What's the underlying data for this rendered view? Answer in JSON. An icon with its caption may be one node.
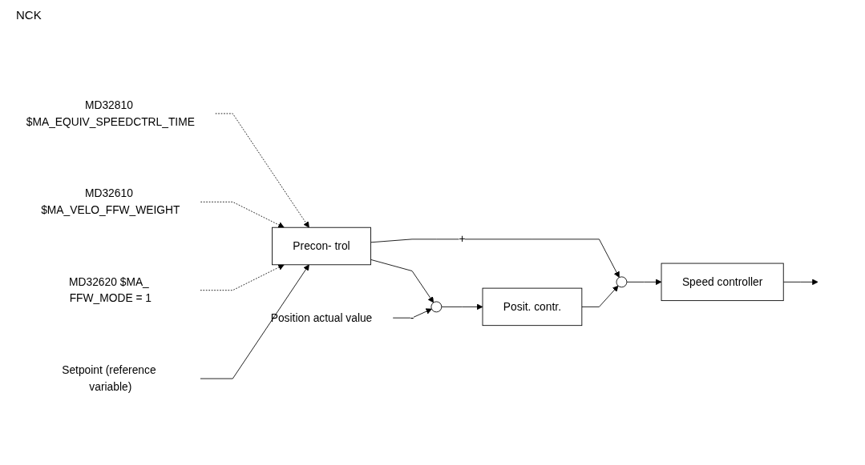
{
  "diagram": {
    "nodes": [
      {
        "text": [
          "Setpoint (reference variable)"
        ]
      },
      {
        "text": [
          "Precon- trol"
        ]
      },
      {
        "text": [],
        "shape": "circle"
      },
      {
        "text": [
          "Posit. contr."
        ]
      },
      {
        "text": [],
        "shape": "circle"
      },
      {
        "text": [
          "Speed controller"
        ]
      },
      {
        "text": [
          "Position actual value"
        ]
      },
      {
        "text": [
          "MD32620 $MA_ FFW_MODE = 1"
        ]
      },
      {
        "text": [
          "MD32610 $MA_VELO_FFW_WEIGHT"
        ]
      },
      {
        "text": [
          "MD32810 $MA_EQUIV_SPEEDCTRL_TIME"
        ]
      }
    ],
    "edges": [
      {
        "from": 0,
        "to": 1,
        "arrow": "to"
      },
      {
        "from": 1,
        "to": 2,
        "arrow": "to"
      },
      {
        "from": 2,
        "to": 3,
        "arrow": "to"
      },
      {
        "from": 3,
        "to": 4,
        "arrow": "to"
      },
      {
        "from": 1,
        "to": 4,
        "arrow": "to",
        "label": "+"
      },
      {
        "from": 4,
        "to": 5,
        "arrow": "to"
      },
      {
        "from": 5,
        "to": null,
        "arrow": "to"
      },
      {
        "from": 6,
        "to": 2,
        "arrow": "to",
        "label": "-"
      },
      {
        "from": 7,
        "to": 1,
        "arrow": "to",
        "style": "dashed"
      },
      {
        "from": 8,
        "to": 1,
        "arrow": "to",
        "style": "dashed"
      },
      {
        "from": 9,
        "to": 1,
        "arrow": "to",
        "style": "dashed"
      }
    ],
    "labels": [
      "NCK"
    ]
  }
}
